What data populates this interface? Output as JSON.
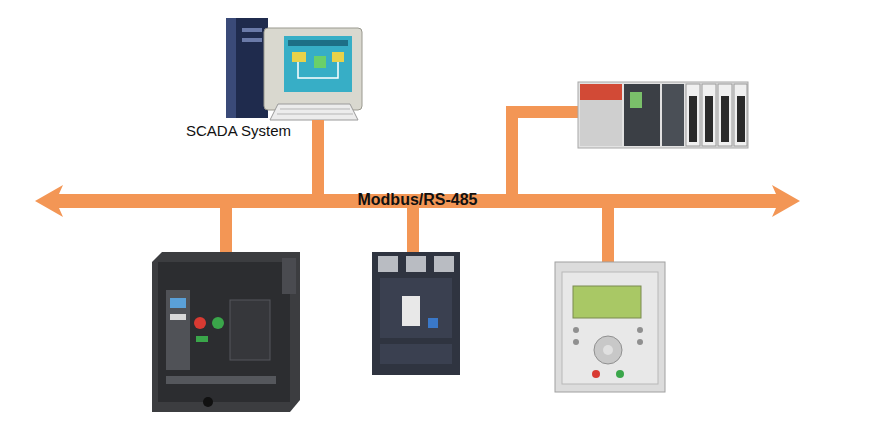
{
  "diagram": {
    "nodes": [
      {
        "text": [
          "SCADA System"
        ]
      },
      {
        "text": [
          "Modbus/RS-485"
        ]
      }
    ],
    "edges": [
      {
        "from": 0,
        "to": 1,
        "arrow": "none"
      }
    ]
  }
}
